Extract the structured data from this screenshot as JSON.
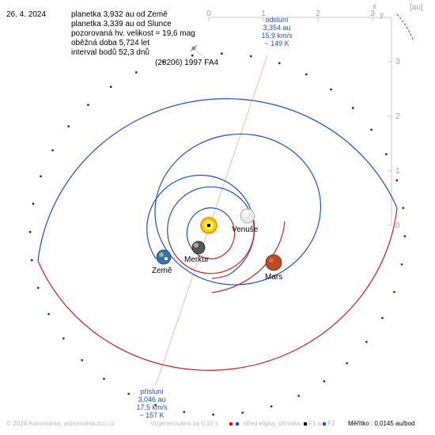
{
  "date": "26. 4. 2024",
  "info": {
    "lines": [
      "planetka 3,932 au od Země",
      "planetka 3,339 au od Slunce",
      "pozorovaná hv. velikost = 19,6 mag",
      "oběžná doba 5,724 let",
      "interval bodů 52,3 dnů"
    ],
    "object_name": "(20206) 1997 FA4"
  },
  "aphelion": {
    "title": "odsluní",
    "distance": "3,354 au",
    "speed": "15,9 km/s",
    "temperature": "~ 149 K"
  },
  "perihelion": {
    "title": "přísluní",
    "distance": "3,046 au",
    "speed": "17,5 km/s",
    "temperature": "~ 157 K"
  },
  "planets": {
    "venus": "Venuše",
    "mercury": "Merkur",
    "earth": "Země",
    "mars": "Mars"
  },
  "axes": {
    "unit": "[au]",
    "x_label": "x",
    "y_label": "y",
    "x_ticks": [
      "0",
      "1",
      "2",
      "3"
    ],
    "y_ticks": [
      "0",
      "1",
      "2",
      "3"
    ]
  },
  "footer": {
    "copyright": "© 2024 Astronomia, astronomia.zcu.cz",
    "generated": "Vygenerováno za 0,10 s",
    "legend_center": "střed elipsy, ohniska",
    "legend_f1": "F1",
    "legend_a": "a",
    "legend_f2": "F2",
    "scale": "Měřítko : 0,0145 au/bod"
  },
  "colors": {
    "orbit_above": "#1f4fd0",
    "orbit_below": "#cc2020",
    "axis": "#c8c8c8",
    "apsis_line": "#f0b090",
    "label_blue": "#1f4fd0"
  }
}
